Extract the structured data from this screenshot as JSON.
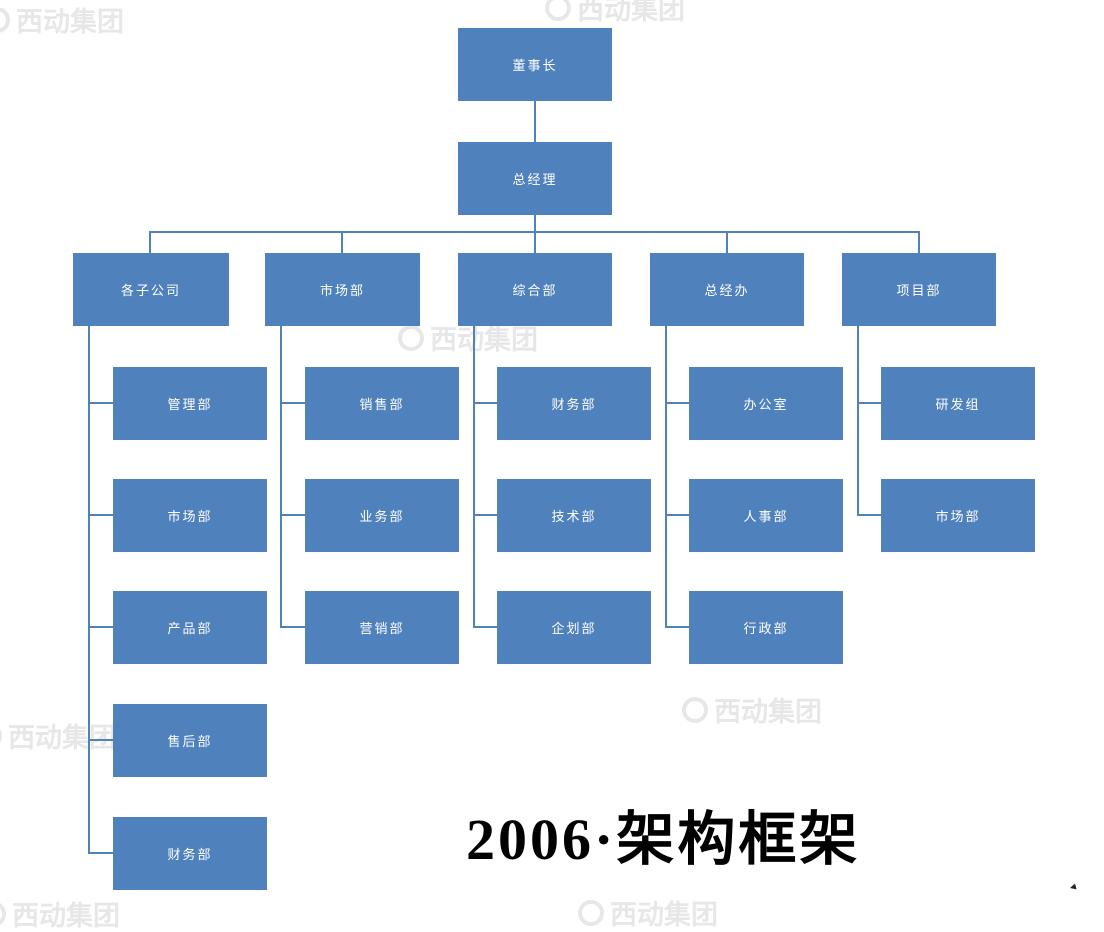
{
  "diagram": {
    "type": "org-chart",
    "root": "董事长",
    "manager": "总经理",
    "branches": [
      {
        "label": "各子公司",
        "children": [
          "管理部",
          "市场部",
          "产品部",
          "售后部",
          "财务部"
        ]
      },
      {
        "label": "市场部",
        "children": [
          "销售部",
          "业务部",
          "营销部"
        ]
      },
      {
        "label": "综合部",
        "children": [
          "财务部",
          "技术部",
          "企划部"
        ]
      },
      {
        "label": "总经办",
        "children": [
          "办公室",
          "人事部",
          "行政部"
        ]
      },
      {
        "label": "项目部",
        "children": [
          "研发组",
          "市场部"
        ]
      }
    ]
  },
  "title": {
    "text": "2006·架构框架"
  },
  "watermark": {
    "text": "西动集团"
  },
  "cursor": {
    "glyph": "◄"
  },
  "colors": {
    "node_fill": "#4f81bd",
    "connector": "#4f81bd",
    "node_text": "#ffffff",
    "title_text": "#000000",
    "background": "#ffffff",
    "watermark": "#b6b6b6"
  }
}
